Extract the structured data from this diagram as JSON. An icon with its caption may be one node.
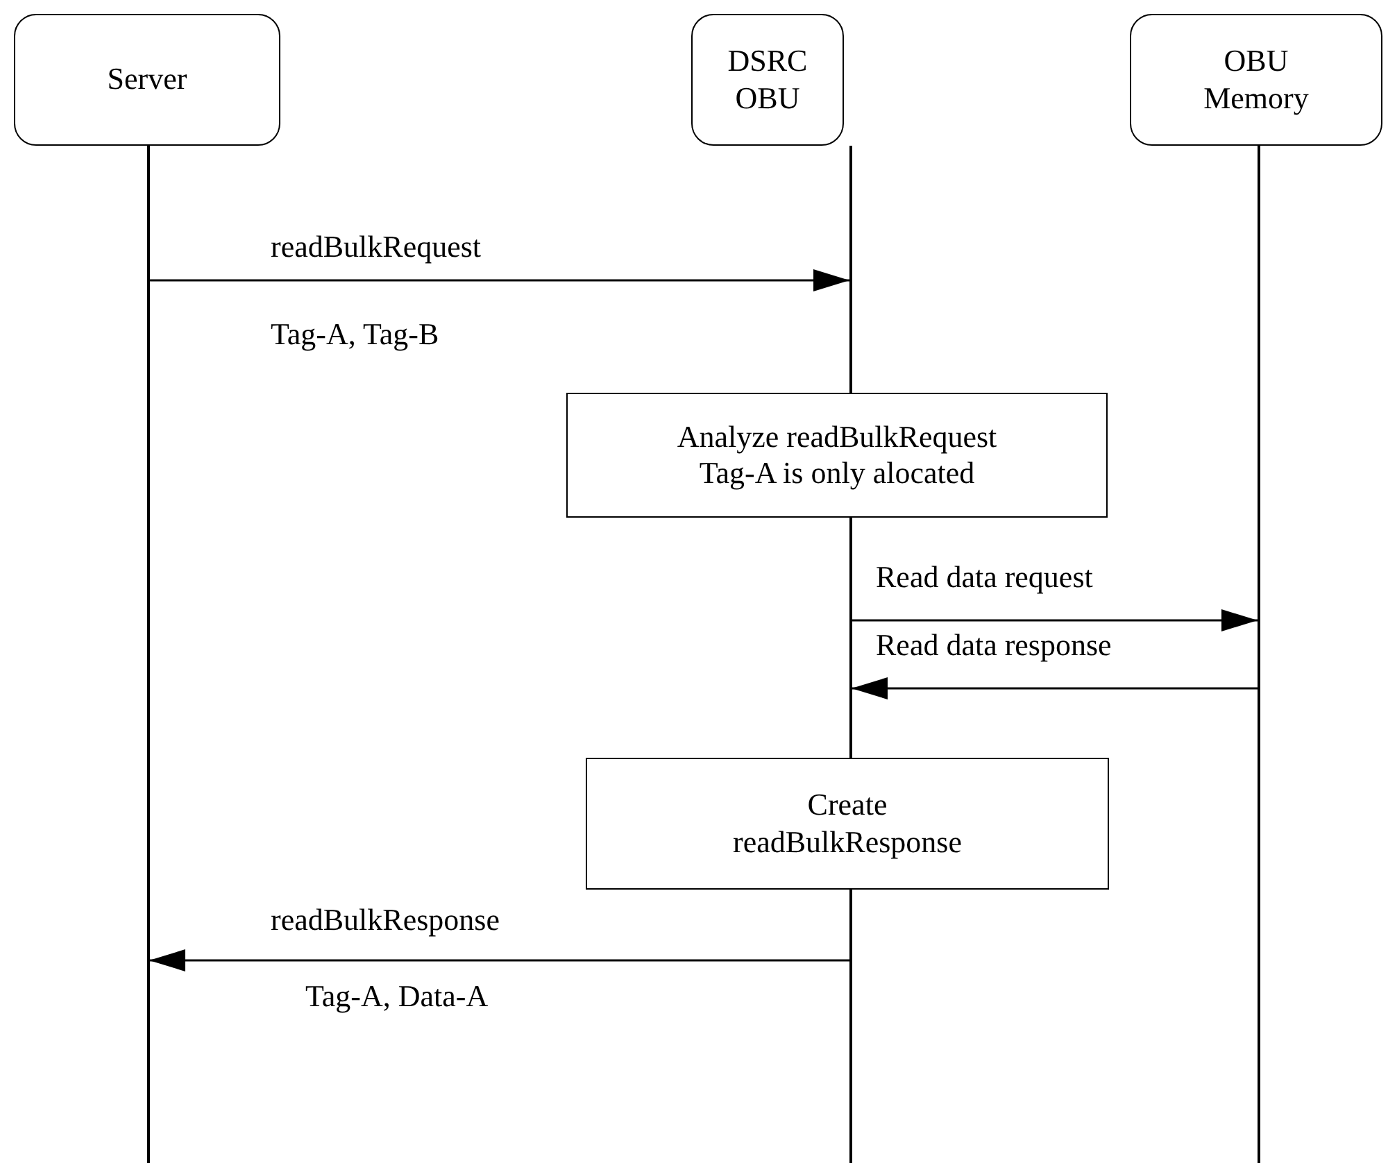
{
  "diagram": {
    "nodes": [
      {
        "text": [
          "Server"
        ]
      },
      {
        "text": [
          "DSRC OBU"
        ]
      },
      {
        "text": [
          "OBU Memory"
        ]
      },
      {
        "text": [],
        "shape": "line"
      },
      {
        "text": [],
        "shape": "line"
      },
      {
        "text": [],
        "shape": "line"
      },
      {
        "text": [
          "Analyze readBulkRequest",
          "Tag-A is only alocated"
        ]
      },
      {
        "text": [
          "Create",
          "readBulkResponse"
        ]
      }
    ],
    "edges": [
      {
        "from": 3,
        "to": 4,
        "arrow": "to",
        "label": "readBulkRequest"
      },
      {
        "from": 4,
        "to": 5,
        "arrow": "to",
        "label": "Read data request"
      },
      {
        "from": 5,
        "to": 4,
        "arrow": "to",
        "label": "Read data response"
      },
      {
        "from": 4,
        "to": 3,
        "arrow": "to",
        "label": "readBulkResponse"
      }
    ],
    "labels": [
      "Tag-A, Tag-B",
      "Tag-A, Data-A"
    ]
  }
}
